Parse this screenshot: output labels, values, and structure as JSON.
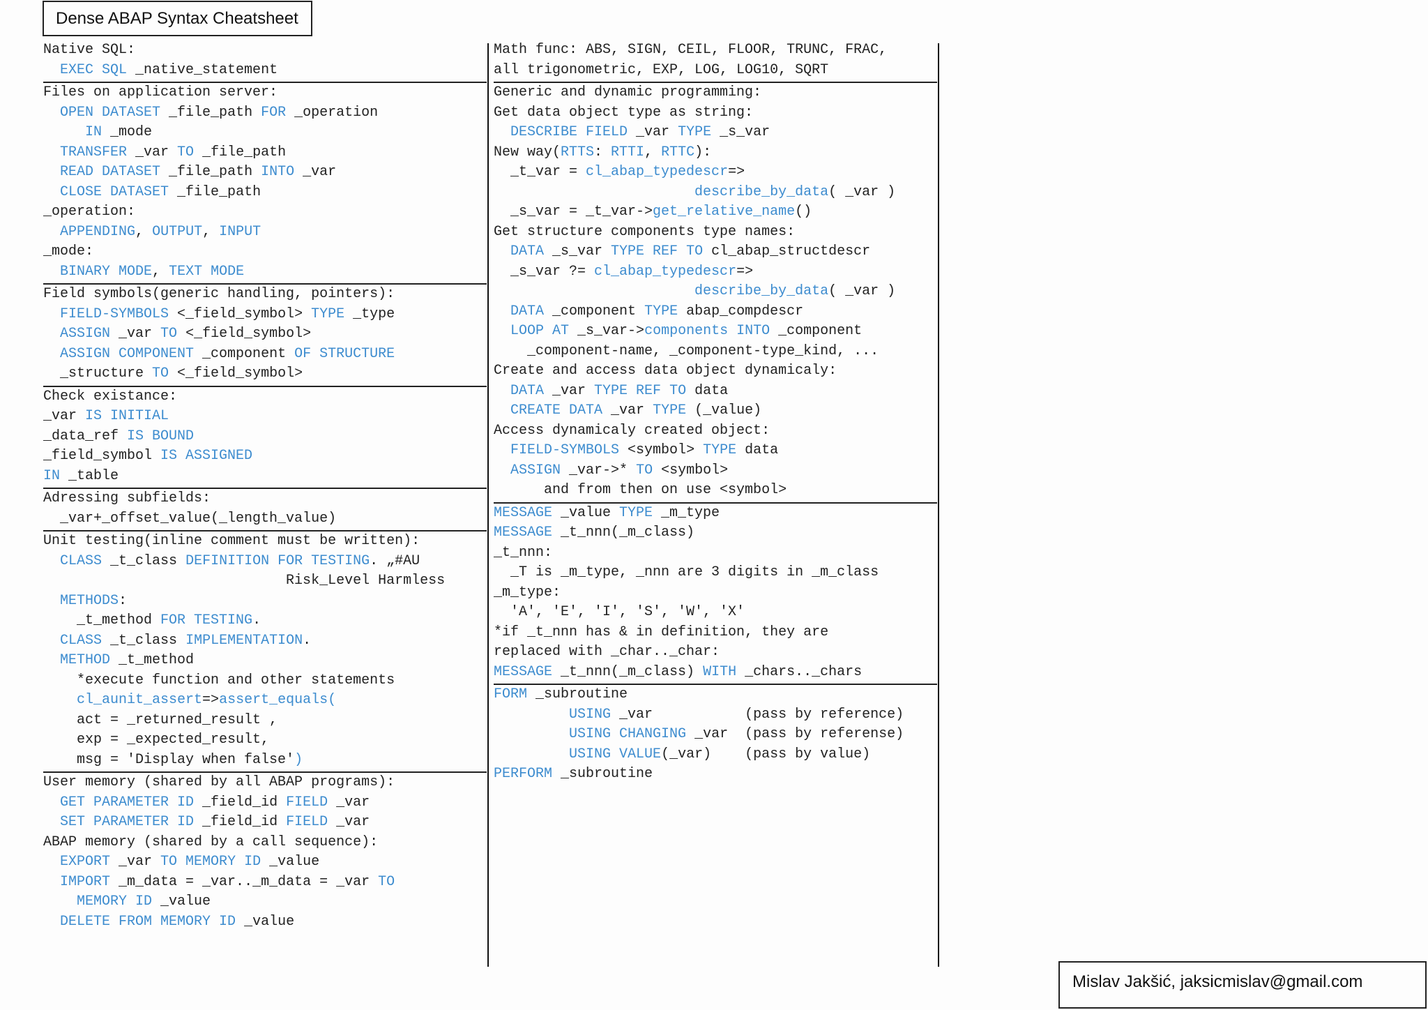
{
  "title": "Dense ABAP Syntax Cheatsheet",
  "author": "Mislav Jakšić, jaksicmislav@gmail.com",
  "left_column": [
    {
      "id": "native-sql",
      "lines": [
        [
          [
            "t",
            "Native SQL:"
          ]
        ],
        [
          [
            "t",
            "  "
          ],
          [
            "k",
            "EXEC SQL"
          ],
          [
            "t",
            " _native_statement"
          ]
        ]
      ]
    },
    {
      "id": "files-on-server",
      "lines": [
        [
          [
            "t",
            "Files on application server:"
          ]
        ],
        [
          [
            "t",
            "  "
          ],
          [
            "k",
            "OPEN DATASET"
          ],
          [
            "t",
            " _file_path "
          ],
          [
            "k",
            "FOR"
          ],
          [
            "t",
            " _operation"
          ]
        ],
        [
          [
            "t",
            "     "
          ],
          [
            "k",
            "IN"
          ],
          [
            "t",
            " _mode"
          ]
        ],
        [
          [
            "t",
            "  "
          ],
          [
            "k",
            "TRANSFER"
          ],
          [
            "t",
            " _var "
          ],
          [
            "k",
            "TO"
          ],
          [
            "t",
            " _file_path"
          ]
        ],
        [
          [
            "t",
            "  "
          ],
          [
            "k",
            "READ DATASET"
          ],
          [
            "t",
            " _file_path "
          ],
          [
            "k",
            "INTO"
          ],
          [
            "t",
            " _var"
          ]
        ],
        [
          [
            "t",
            "  "
          ],
          [
            "k",
            "CLOSE DATASET"
          ],
          [
            "t",
            " _file_path"
          ]
        ],
        [
          [
            "t",
            "_operation:"
          ]
        ],
        [
          [
            "t",
            "  "
          ],
          [
            "k",
            "APPENDING"
          ],
          [
            "t",
            ", "
          ],
          [
            "k",
            "OUTPUT"
          ],
          [
            "t",
            ", "
          ],
          [
            "k",
            "INPUT"
          ]
        ],
        [
          [
            "t",
            "_mode:"
          ]
        ],
        [
          [
            "t",
            "  "
          ],
          [
            "k",
            "BINARY MODE"
          ],
          [
            "t",
            ", "
          ],
          [
            "k",
            "TEXT MODE"
          ]
        ]
      ]
    },
    {
      "id": "field-symbols",
      "lines": [
        [
          [
            "t",
            "Field symbols(generic handling, pointers):"
          ]
        ],
        [
          [
            "t",
            "  "
          ],
          [
            "k",
            "FIELD-SYMBOLS"
          ],
          [
            "t",
            " <_field_symbol> "
          ],
          [
            "k",
            "TYPE"
          ],
          [
            "t",
            " _type"
          ]
        ],
        [
          [
            "t",
            "  "
          ],
          [
            "k",
            "ASSIGN"
          ],
          [
            "t",
            " _var "
          ],
          [
            "k",
            "TO"
          ],
          [
            "t",
            " <_field_symbol>"
          ]
        ],
        [
          [
            "t",
            "  "
          ],
          [
            "k",
            "ASSIGN COMPONENT"
          ],
          [
            "t",
            " _component "
          ],
          [
            "k",
            "OF STRUCTURE"
          ]
        ],
        [
          [
            "t",
            "  _structure "
          ],
          [
            "k",
            "TO"
          ],
          [
            "t",
            " <_field_symbol>"
          ]
        ]
      ]
    },
    {
      "id": "check-existance",
      "lines": [
        [
          [
            "t",
            "Check existance:"
          ]
        ],
        [
          [
            "t",
            "_var "
          ],
          [
            "k",
            "IS INITIAL"
          ]
        ],
        [
          [
            "t",
            "_data_ref "
          ],
          [
            "k",
            "IS BOUND"
          ]
        ],
        [
          [
            "t",
            "_field_symbol "
          ],
          [
            "k",
            "IS ASSIGNED"
          ]
        ],
        [
          [
            "k",
            "IN"
          ],
          [
            "t",
            " _table"
          ]
        ]
      ]
    },
    {
      "id": "addressing-subfields",
      "lines": [
        [
          [
            "t",
            "Adressing subfields:"
          ]
        ],
        [
          [
            "t",
            "  _var+_offset_value(_length_value)"
          ]
        ]
      ]
    },
    {
      "id": "unit-testing",
      "lines": [
        [
          [
            "t",
            "Unit testing(inline comment must be written):"
          ]
        ],
        [
          [
            "t",
            "  "
          ],
          [
            "k",
            "CLASS"
          ],
          [
            "t",
            " _t_class "
          ],
          [
            "k",
            "DEFINITION FOR TESTING"
          ],
          [
            "t",
            ". „#AU"
          ]
        ],
        [
          [
            "t",
            "                             Risk_Level Harmless"
          ]
        ],
        [
          [
            "t",
            "  "
          ],
          [
            "k",
            "METHODS"
          ],
          [
            "t",
            ":"
          ]
        ],
        [
          [
            "t",
            "    _t_method "
          ],
          [
            "k",
            "FOR TESTING"
          ],
          [
            "t",
            "."
          ]
        ],
        [
          [
            "t",
            "  "
          ],
          [
            "k",
            "CLASS"
          ],
          [
            "t",
            " _t_class "
          ],
          [
            "k",
            "IMPLEMENTATION"
          ],
          [
            "t",
            "."
          ]
        ],
        [
          [
            "t",
            "  "
          ],
          [
            "k",
            "METHOD"
          ],
          [
            "t",
            " _t_method"
          ]
        ],
        [
          [
            "t",
            "    *execute function and other statements"
          ]
        ],
        [
          [
            "t",
            "    "
          ],
          [
            "k",
            "cl_aunit_assert"
          ],
          [
            "t",
            "=>"
          ],
          [
            "k",
            "assert_equals("
          ]
        ],
        [
          [
            "t",
            "    act = _returned_result ,"
          ]
        ],
        [
          [
            "t",
            "    exp = _expected_result,"
          ]
        ],
        [
          [
            "t",
            "    msg = 'Display when false'"
          ],
          [
            "k",
            ")"
          ]
        ]
      ]
    },
    {
      "id": "memory",
      "lines": [
        [
          [
            "t",
            "User memory (shared by all ABAP programs):"
          ]
        ],
        [
          [
            "t",
            "  "
          ],
          [
            "k",
            "GET PARAMETER ID"
          ],
          [
            "t",
            " _field_id "
          ],
          [
            "k",
            "FIELD"
          ],
          [
            "t",
            " _var"
          ]
        ],
        [
          [
            "t",
            "  "
          ],
          [
            "k",
            "SET PARAMETER ID"
          ],
          [
            "t",
            " _field_id "
          ],
          [
            "k",
            "FIELD"
          ],
          [
            "t",
            " _var"
          ]
        ],
        [
          [
            "t",
            "ABAP memory (shared by a call sequence):"
          ]
        ],
        [
          [
            "t",
            "  "
          ],
          [
            "k",
            "EXPORT"
          ],
          [
            "t",
            " _var "
          ],
          [
            "k",
            "TO MEMORY ID"
          ],
          [
            "t",
            " _value"
          ]
        ],
        [
          [
            "t",
            "  "
          ],
          [
            "k",
            "IMPORT"
          ],
          [
            "t",
            " _m_data = _var.._m_data = _var "
          ],
          [
            "k",
            "TO"
          ]
        ],
        [
          [
            "t",
            "    "
          ],
          [
            "k",
            "MEMORY ID"
          ],
          [
            "t",
            " _value"
          ]
        ],
        [
          [
            "t",
            "  "
          ],
          [
            "k",
            "DELETE FROM MEMORY ID"
          ],
          [
            "t",
            " _value"
          ]
        ]
      ]
    }
  ],
  "right_column": [
    {
      "id": "math-func",
      "lines": [
        [
          [
            "t",
            "Math func: ABS, SIGN, CEIL, FLOOR, TRUNC, FRAC,"
          ]
        ],
        [
          [
            "t",
            "all trigonometric, EXP, LOG, LOG10, SQRT"
          ]
        ]
      ]
    },
    {
      "id": "generic-dynamic",
      "lines": [
        [
          [
            "t",
            "Generic and dynamic programming:"
          ]
        ],
        [
          [
            "t",
            "Get data object type as string:"
          ]
        ],
        [
          [
            "t",
            "  "
          ],
          [
            "k",
            "DESCRIBE FIELD"
          ],
          [
            "t",
            " _var "
          ],
          [
            "k",
            "TYPE"
          ],
          [
            "t",
            " _s_var"
          ]
        ],
        [
          [
            "t",
            "New way("
          ],
          [
            "k",
            "RTTS"
          ],
          [
            "t",
            ": "
          ],
          [
            "k",
            "RTTI"
          ],
          [
            "t",
            ", "
          ],
          [
            "k",
            "RTTC"
          ],
          [
            "t",
            "):"
          ]
        ],
        [
          [
            "t",
            "  _t_var = "
          ],
          [
            "k",
            "cl_abap_typedescr"
          ],
          [
            "t",
            "=>"
          ]
        ],
        [
          [
            "t",
            "                        "
          ],
          [
            "k",
            "describe_by_data"
          ],
          [
            "t",
            "( _var )"
          ]
        ],
        [
          [
            "t",
            "  _s_var = _t_var->"
          ],
          [
            "k",
            "get_relative_name"
          ],
          [
            "t",
            "()"
          ]
        ],
        [
          [
            "t",
            "Get structure components type names:"
          ]
        ],
        [
          [
            "t",
            "  "
          ],
          [
            "k",
            "DATA"
          ],
          [
            "t",
            " _s_var "
          ],
          [
            "k",
            "TYPE REF TO"
          ],
          [
            "t",
            " cl_abap_structdescr"
          ]
        ],
        [
          [
            "t",
            "  _s_var ?= "
          ],
          [
            "k",
            "cl_abap_typedescr"
          ],
          [
            "t",
            "=>"
          ]
        ],
        [
          [
            "t",
            "                        "
          ],
          [
            "k",
            "describe_by_data"
          ],
          [
            "t",
            "( _var )"
          ]
        ],
        [
          [
            "t",
            "  "
          ],
          [
            "k",
            "DATA"
          ],
          [
            "t",
            " _component "
          ],
          [
            "k",
            "TYPE"
          ],
          [
            "t",
            " abap_compdescr"
          ]
        ],
        [
          [
            "t",
            "  "
          ],
          [
            "k",
            "LOOP AT"
          ],
          [
            "t",
            " _s_var->"
          ],
          [
            "k",
            "components"
          ],
          [
            "t",
            " "
          ],
          [
            "k",
            "INTO"
          ],
          [
            "t",
            " _component"
          ]
        ],
        [
          [
            "t",
            "    _component-name, _component-type_kind, ..."
          ]
        ],
        [
          [
            "t",
            "Create and access data object dynamicaly:"
          ]
        ],
        [
          [
            "t",
            "  "
          ],
          [
            "k",
            "DATA"
          ],
          [
            "t",
            " _var "
          ],
          [
            "k",
            "TYPE REF TO"
          ],
          [
            "t",
            " data"
          ]
        ],
        [
          [
            "t",
            "  "
          ],
          [
            "k",
            "CREATE DATA"
          ],
          [
            "t",
            " _var "
          ],
          [
            "k",
            "TYPE"
          ],
          [
            "t",
            " (_value)"
          ]
        ],
        [
          [
            "t",
            "Access dynamicaly created object:"
          ]
        ],
        [
          [
            "t",
            "  "
          ],
          [
            "k",
            "FIELD-SYMBOLS"
          ],
          [
            "t",
            " <symbol> "
          ],
          [
            "k",
            "TYPE"
          ],
          [
            "t",
            " data"
          ]
        ],
        [
          [
            "t",
            "  "
          ],
          [
            "k",
            "ASSIGN"
          ],
          [
            "t",
            " _var->* "
          ],
          [
            "k",
            "TO"
          ],
          [
            "t",
            " <symbol>"
          ]
        ],
        [
          [
            "t",
            "      and from then on use <symbol>"
          ]
        ]
      ]
    },
    {
      "id": "message",
      "lines": [
        [
          [
            "k",
            "MESSAGE"
          ],
          [
            "t",
            " _value "
          ],
          [
            "k",
            "TYPE"
          ],
          [
            "t",
            " _m_type"
          ]
        ],
        [
          [
            "k",
            "MESSAGE"
          ],
          [
            "t",
            " _t_nnn(_m_class)"
          ]
        ],
        [
          [
            "t",
            "_t_nnn:"
          ]
        ],
        [
          [
            "t",
            "  _T is _m_type, _nnn are 3 digits in _m_class"
          ]
        ],
        [
          [
            "t",
            "_m_type:"
          ]
        ],
        [
          [
            "t",
            "  'A', 'E', 'I', 'S', 'W', 'X'"
          ]
        ],
        [
          [
            "t",
            "*if _t_nnn has & in definition, they are"
          ]
        ],
        [
          [
            "t",
            "replaced with _char.._char:"
          ]
        ],
        [
          [
            "k",
            "MESSAGE"
          ],
          [
            "t",
            " _t_nnn(_m_class) "
          ],
          [
            "k",
            "WITH"
          ],
          [
            "t",
            " _chars.._chars"
          ]
        ]
      ]
    },
    {
      "id": "form",
      "lines": [
        [
          [
            "k",
            "FORM"
          ],
          [
            "t",
            " _subroutine"
          ]
        ],
        [
          [
            "t",
            "         "
          ],
          [
            "k",
            "USING"
          ],
          [
            "t",
            " _var           (pass by reference)"
          ]
        ],
        [
          [
            "t",
            "         "
          ],
          [
            "k",
            "USING CHANGING"
          ],
          [
            "t",
            " _var  (pass by referense)"
          ]
        ],
        [
          [
            "t",
            "         "
          ],
          [
            "k",
            "USING VALUE"
          ],
          [
            "t",
            "(_var)    (pass by value)"
          ]
        ],
        [
          [
            "k",
            "PERFORM"
          ],
          [
            "t",
            " _subroutine"
          ]
        ]
      ]
    }
  ]
}
